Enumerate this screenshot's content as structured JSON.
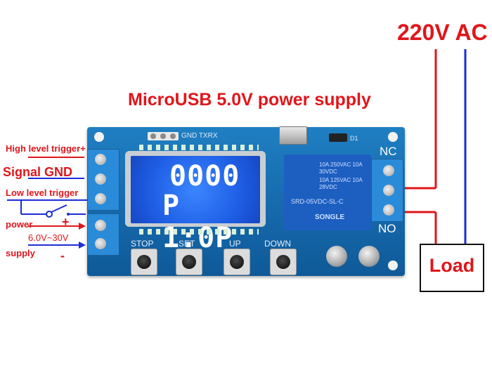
{
  "labels": {
    "title": "MicroUSB 5.0V power supply",
    "ac": "220V AC",
    "load": "Load",
    "high_trigger": "High level trigger+",
    "signal_gnd": "Signal GND",
    "low_trigger": "Low level trigger",
    "power": "power",
    "voltage": "6.0V~30V",
    "supply": "supply",
    "plus": "+",
    "minus": "-",
    "nc": "NC",
    "no": "NO",
    "header": "GND TXRX",
    "d1": "D1"
  },
  "lcd": {
    "line1": "0000",
    "line2": "P 1:0P"
  },
  "buttons": [
    "STOP",
    "SET",
    "UP",
    "DOWN"
  ],
  "relay": {
    "line1": "10A 250VAC 10A 30VDC",
    "line2": "10A 125VAC 10A 28VDC",
    "model": "SRD-05VDC-SL-C",
    "brand": "SONGLE"
  },
  "colors": {
    "red": "#e0161b",
    "blue": "#1c2cd6",
    "board": "#1f7fc2",
    "lcd": "#2a6cff"
  }
}
